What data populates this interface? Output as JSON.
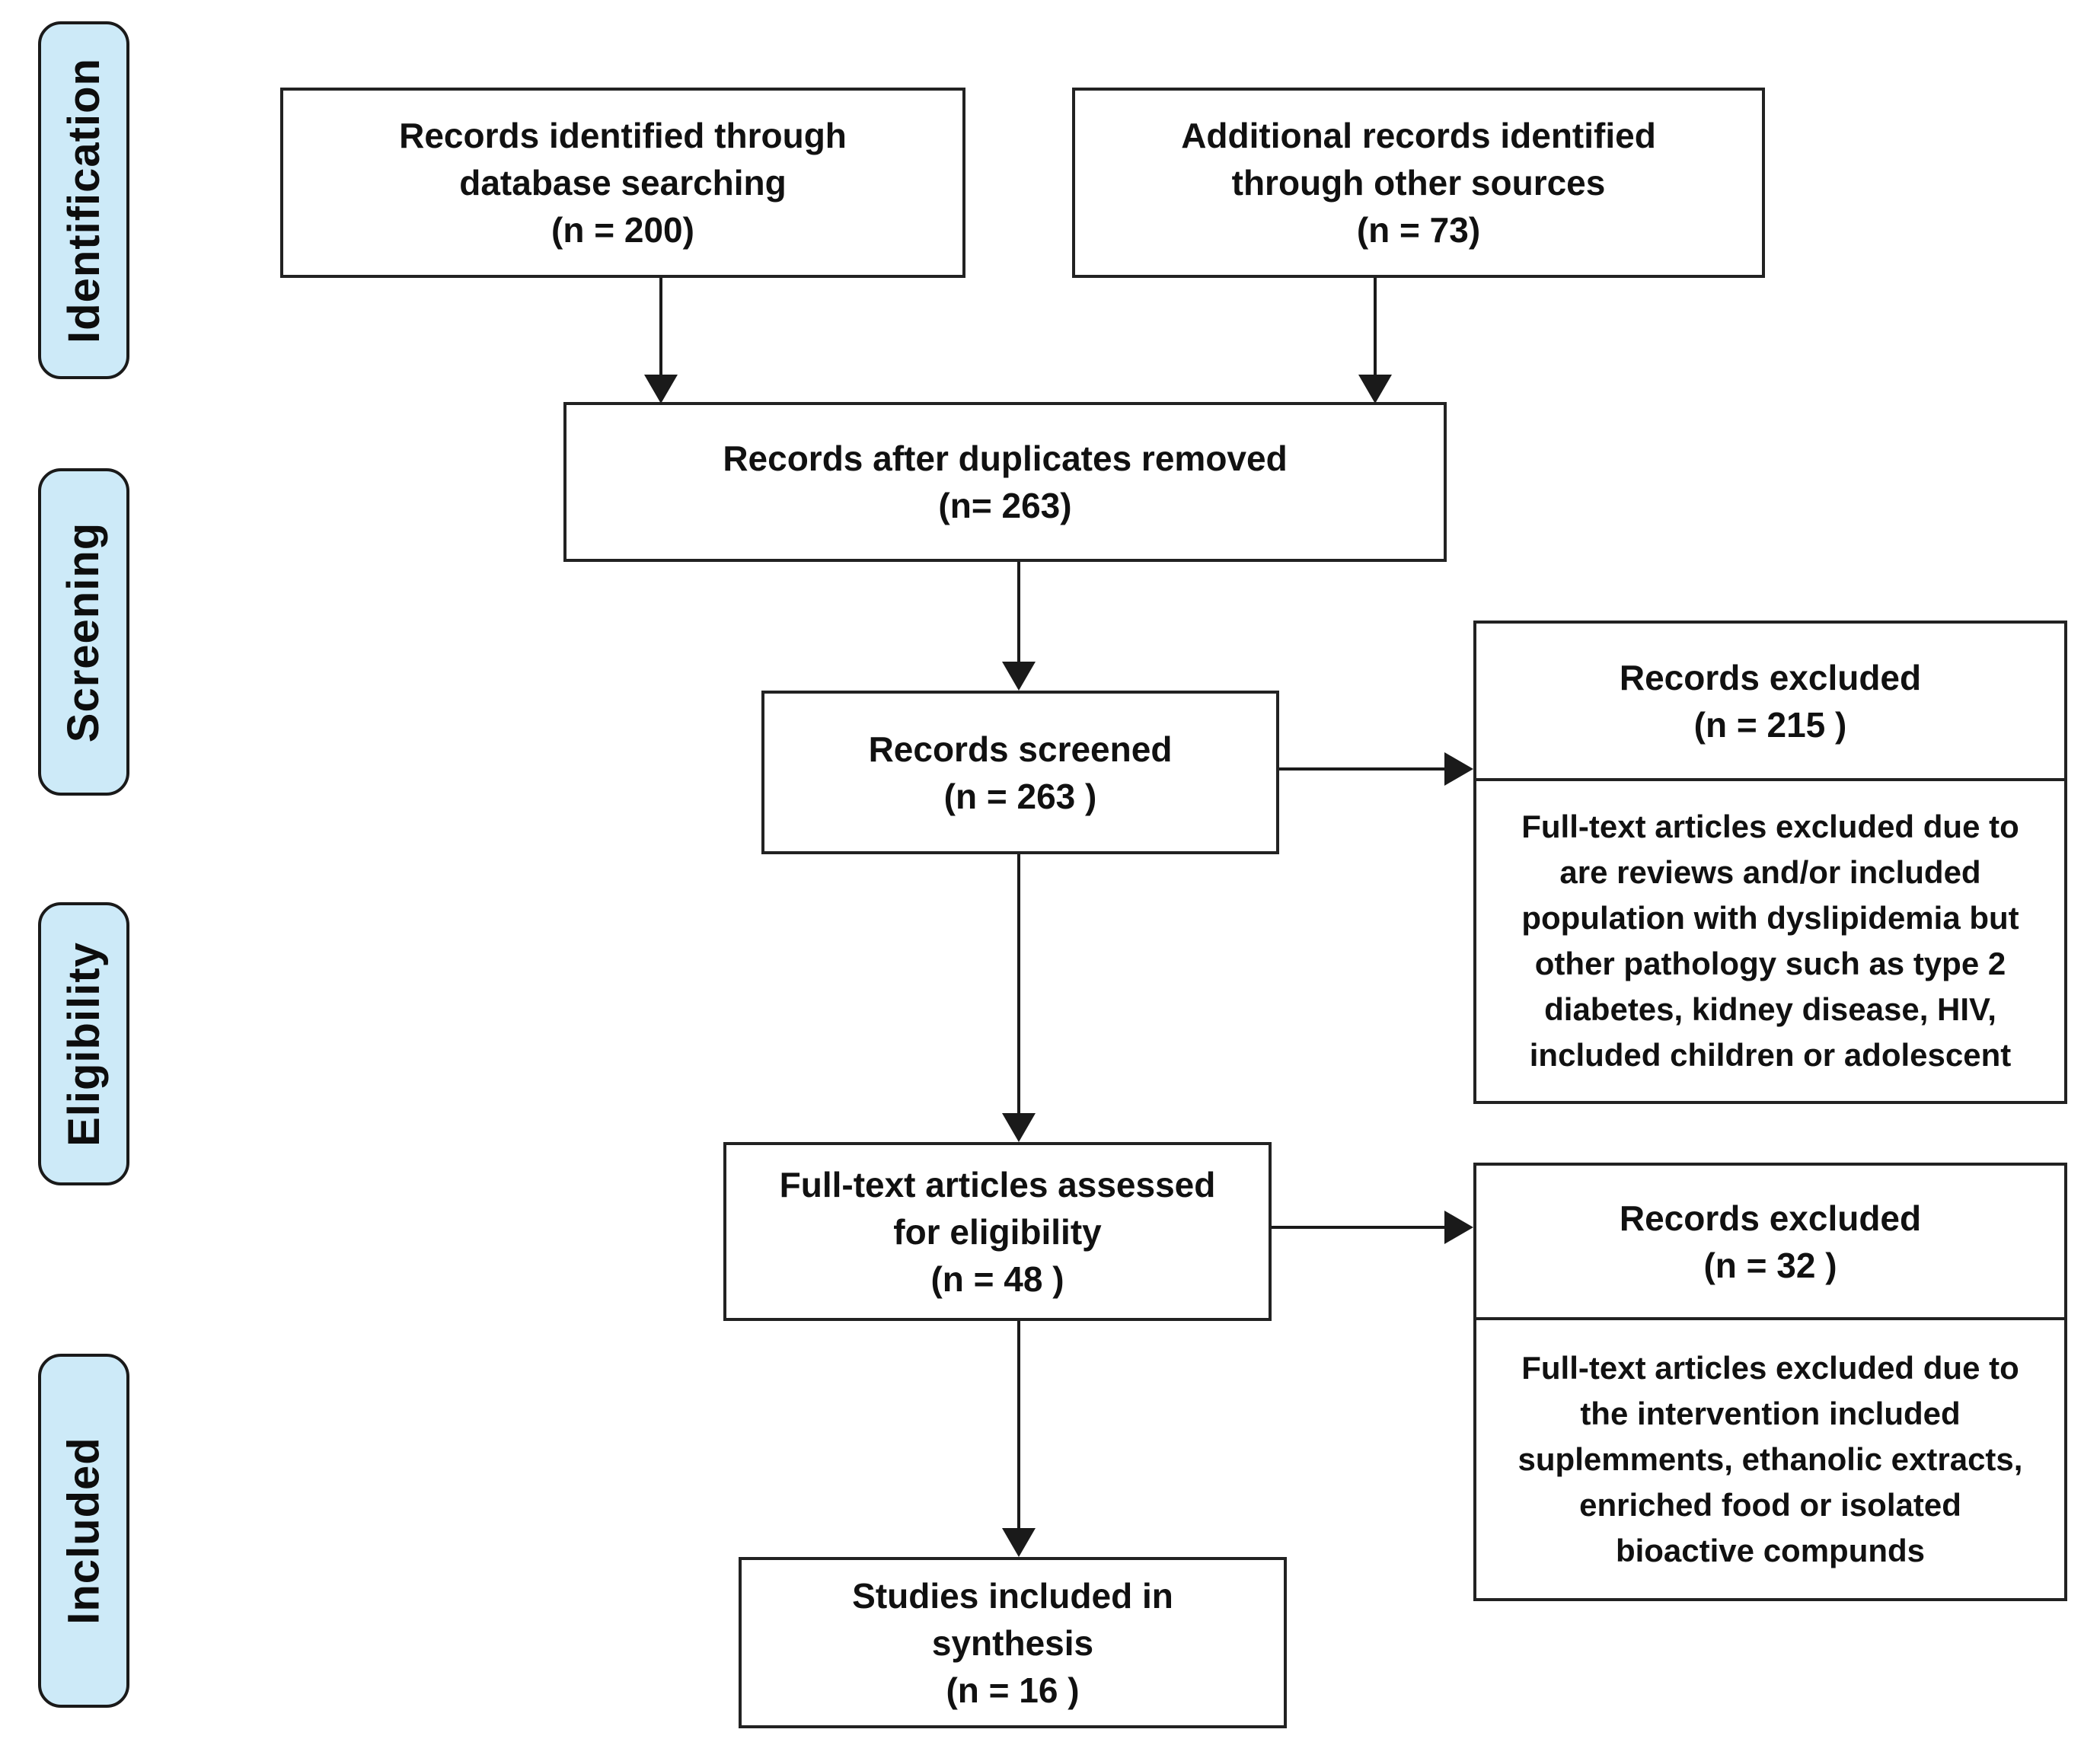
{
  "sidebar": {
    "items": [
      {
        "label": "Identification"
      },
      {
        "label": "Screening"
      },
      {
        "label": "Eligibility"
      },
      {
        "label": "Included"
      }
    ]
  },
  "flow": {
    "identified": {
      "line1": "Records identified through",
      "line2": "database searching",
      "line3": "(n = 200)"
    },
    "additional": {
      "line1": "Additional records identified",
      "line2": "through other sources",
      "line3": "(n = 73)"
    },
    "duplicates": {
      "line1": "Records after duplicates removed",
      "line2": "(n= 263)"
    },
    "screened": {
      "line1": "Records screened",
      "line2": "(n = 263 )"
    },
    "excluded_screening": {
      "line1": "Records excluded",
      "line2": "(n = 215 )",
      "reason_lines": [
        "Full-text articles excluded due to",
        "are reviews and/or included",
        "population with dyslipidemia but",
        "other pathology such as type 2",
        "diabetes, kidney disease, HIV,",
        "included children or adolescent"
      ]
    },
    "assessed": {
      "line1": "Full-text articles assessed",
      "line2": "for eligibility",
      "line3": "(n = 48 )"
    },
    "excluded_eligibility": {
      "line1": "Records excluded",
      "line2": "(n = 32 )",
      "reason_lines": [
        "Full-text articles excluded due to",
        "the intervention included",
        "suplemments, ethanolic extracts,",
        "enriched food or isolated",
        "bioactive compunds"
      ]
    },
    "included_synthesis": {
      "line1": "Studies included in",
      "line2": "synthesis",
      "line3": "(n = 16 )"
    }
  },
  "colors": {
    "stage_fill": "#cdeaf8",
    "line_color": "#1a1a1a",
    "border_color": "#222222"
  }
}
